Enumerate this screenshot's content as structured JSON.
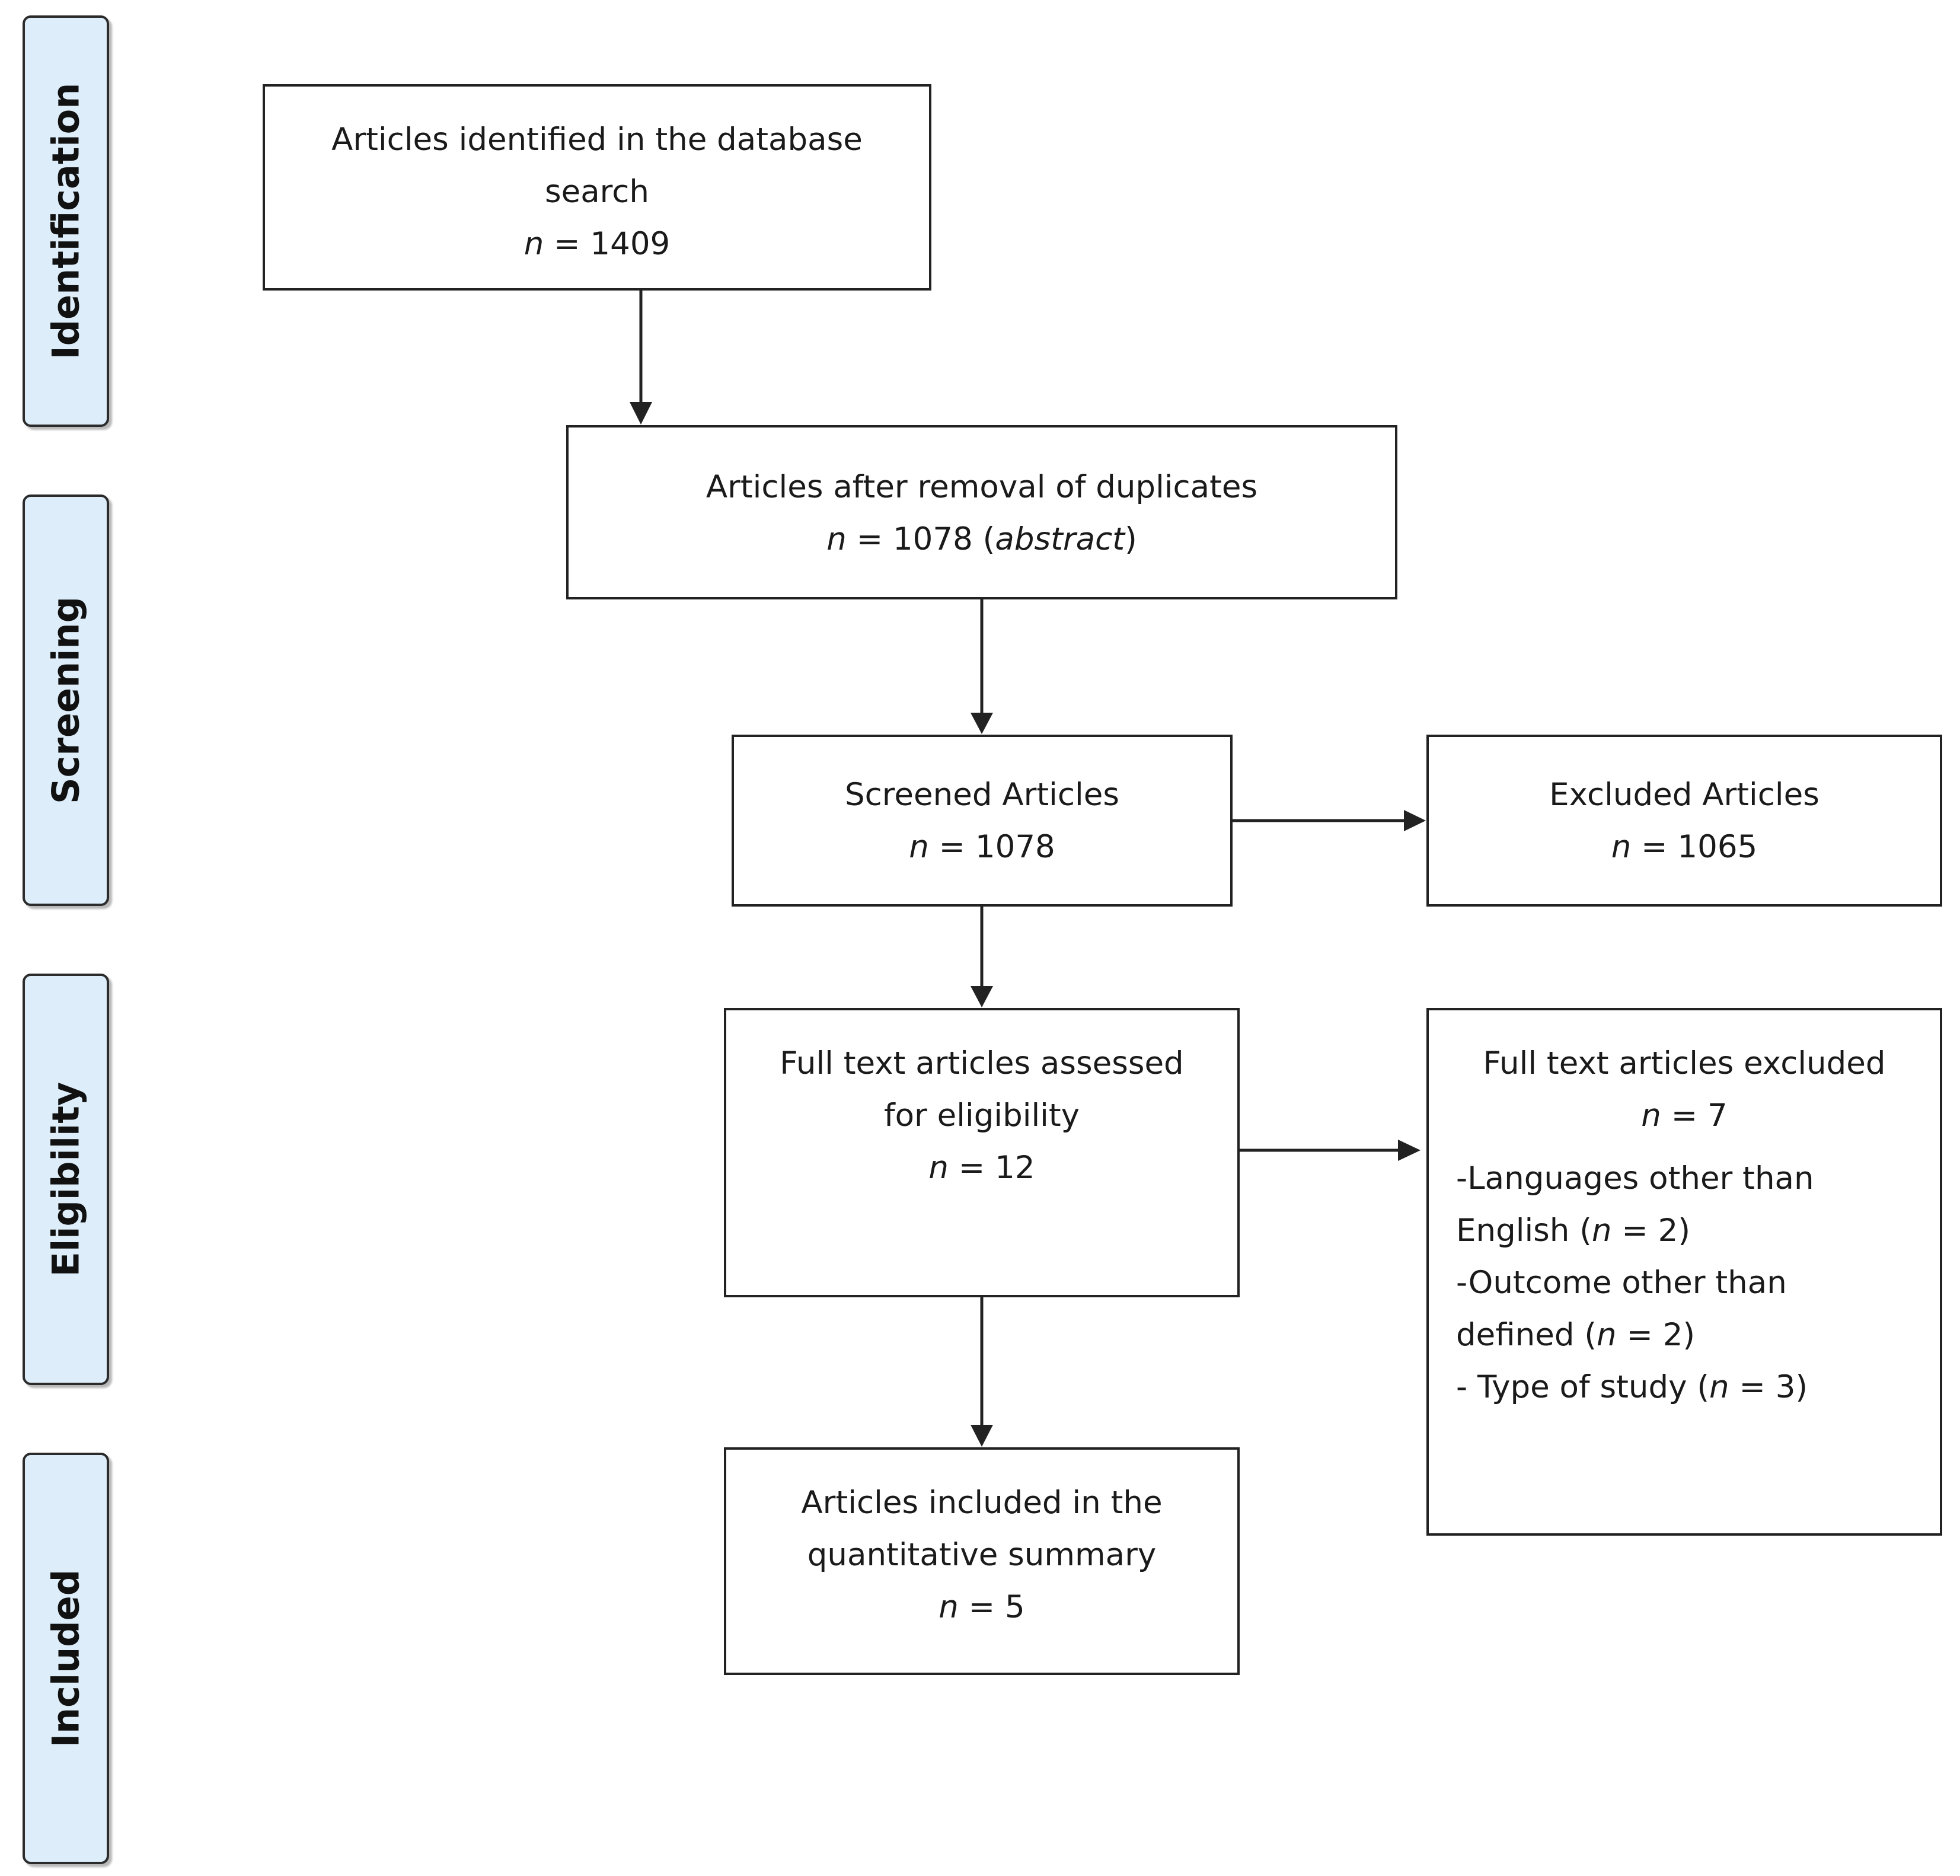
{
  "stages": {
    "identification": "Identification",
    "screening": "Screening",
    "eligibility": "Eligibility",
    "included": "Included"
  },
  "boxes": {
    "identified": {
      "line1": "Articles identified in the database",
      "line2": "search",
      "n_italic": "n",
      "n_value": " = 1409"
    },
    "dedup": {
      "line1": "Articles after removal of duplicates",
      "n_italic": "n",
      "n_value": " = 1078 (",
      "qualifier": "abstract",
      "close": ")"
    },
    "screened": {
      "line1": "Screened Articles",
      "n_italic": "n",
      "n_value": " = 1078"
    },
    "excluded": {
      "line1": "Excluded Articles",
      "n_italic": "n",
      "n_value": " = 1065"
    },
    "fulltext": {
      "line1": "Full text articles assessed",
      "line2": "for eligibility",
      "n_italic": "n",
      "n_value": " = 12"
    },
    "fulltext_excluded": {
      "line1": "Full text articles excluded",
      "n_italic": "n",
      "n_value": " = 7",
      "reasons": [
        {
          "pre": "-Languages other than",
          "pre2": "English (",
          "n": "n",
          "post": " = 2)"
        },
        {
          "pre": "-Outcome other than",
          "pre2": "defined (",
          "n": "n",
          "post": " = 2)"
        },
        {
          "pre2": "- Type of study (",
          "n": "n",
          "post": " = 3)"
        }
      ]
    },
    "included": {
      "line1": "Articles included in the",
      "line2": "quantitative summary",
      "n_italic": "n",
      "n_value": " = 5"
    }
  },
  "colors": {
    "stage_fill": "#ddeefa",
    "stroke": "#222222"
  }
}
